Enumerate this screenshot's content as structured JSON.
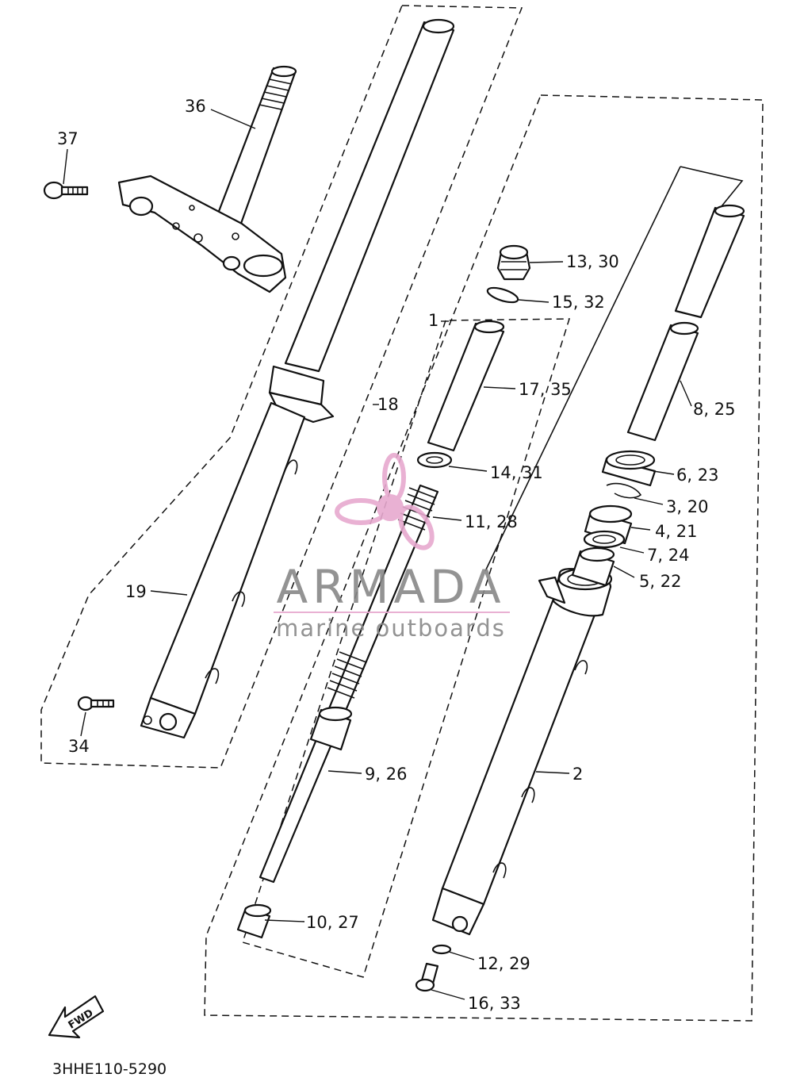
{
  "diagram_code": "3HHE110-5290",
  "fwd_arrow_text": "FWD",
  "watermark": {
    "brand": "ARMADA",
    "tagline": "marine outboards",
    "brand_color": "#888888",
    "accent_color": "#e7a9cf"
  },
  "callouts": [
    {
      "id": "37",
      "text": "37"
    },
    {
      "id": "36",
      "text": "36"
    },
    {
      "id": "34",
      "text": "34"
    },
    {
      "id": "19",
      "text": "19"
    },
    {
      "id": "18",
      "text": "18"
    },
    {
      "id": "1",
      "text": "1"
    },
    {
      "id": "13-30",
      "text": "13, 30"
    },
    {
      "id": "15-32",
      "text": "15, 32"
    },
    {
      "id": "17-35",
      "text": "17, 35"
    },
    {
      "id": "14-31",
      "text": "14, 31"
    },
    {
      "id": "11-28",
      "text": "11, 28"
    },
    {
      "id": "8-25",
      "text": "8, 25"
    },
    {
      "id": "6-23",
      "text": "6, 23"
    },
    {
      "id": "3-20",
      "text": "3, 20"
    },
    {
      "id": "4-21",
      "text": "4, 21"
    },
    {
      "id": "7-24",
      "text": "7, 24"
    },
    {
      "id": "5-22",
      "text": "5, 22"
    },
    {
      "id": "2",
      "text": "2"
    },
    {
      "id": "9-26",
      "text": "9, 26"
    },
    {
      "id": "10-27",
      "text": "10, 27"
    },
    {
      "id": "12-29",
      "text": "12, 29"
    },
    {
      "id": "16-33",
      "text": "16, 33"
    }
  ]
}
